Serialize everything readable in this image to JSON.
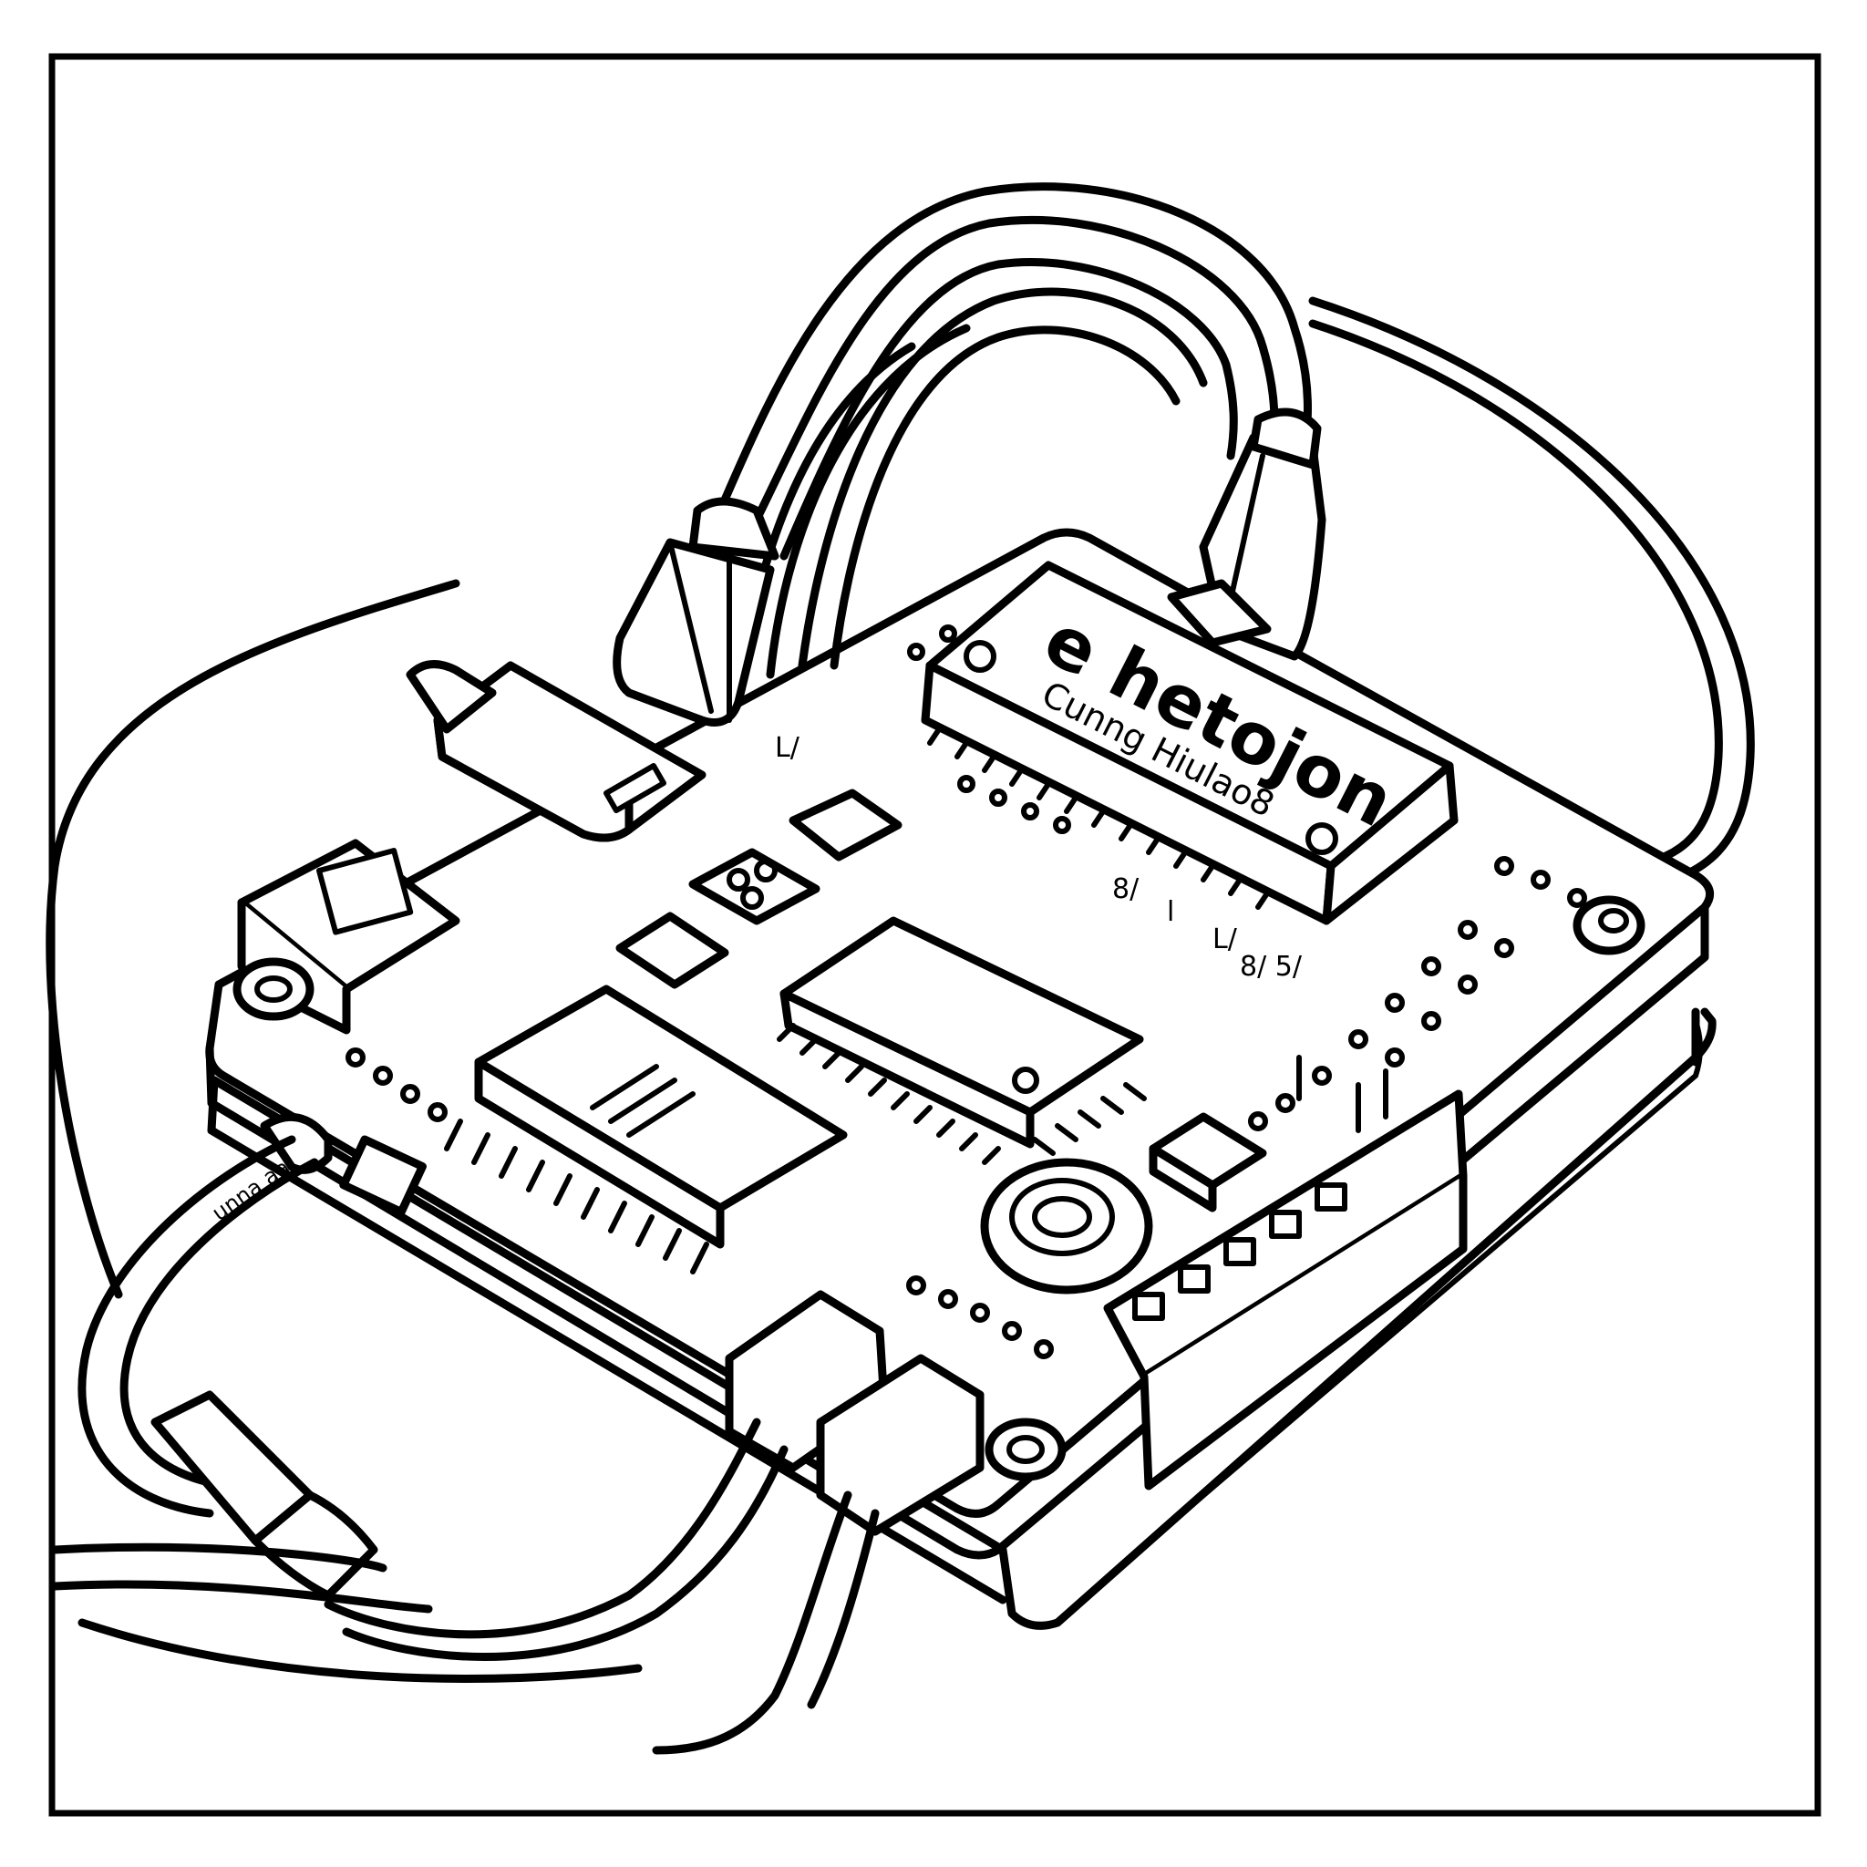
{
  "illustration": {
    "chip_brand": "e hetojon",
    "chip_model": "Cunng Hiulao8",
    "cable_print": "unna aa",
    "board_marks": [
      "L/",
      "8/",
      "l",
      "L/",
      "8/ 5/"
    ]
  }
}
